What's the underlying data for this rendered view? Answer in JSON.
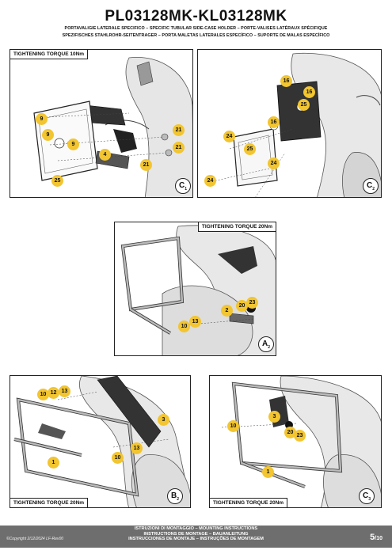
{
  "header": {
    "code": "PL03128MK-KL03128MK",
    "subtitles": [
      "PORTAVALIGIE LATERALE SPECIFICO  –  SPECIFIC TUBULAR SIDE-CASE HOLDER  –  PORTE-VALISES LATÉRAUX SPÉCIFIQUE",
      "SPEZIFISCHES STAHLROHR-SEITENTRAGER – PORTA MALETAS LATERALES ESPECÍFICO – SUPORTE DE MALAS ESPECÍFICO"
    ]
  },
  "panels": {
    "c1": {
      "torque": "TIGHTENING TORQUE 10Nm",
      "step": "C",
      "step_sub": "1",
      "parts": [
        "9",
        "9",
        "9",
        "25",
        "4",
        "21",
        "21",
        "21"
      ]
    },
    "c2": {
      "step": "C",
      "step_sub": "2",
      "parts": [
        "16",
        "16",
        "25",
        "16",
        "25",
        "24",
        "24",
        "24",
        "24"
      ]
    },
    "a2": {
      "torque": "TIGHTENING TORQUE 20Nm",
      "step": "A",
      "step_sub": "2",
      "parts": [
        "2",
        "20",
        "23",
        "10",
        "13"
      ]
    },
    "b2": {
      "torque": "TIGHTENING TORQUE 20Nm",
      "step": "B",
      "step_sub": "2",
      "parts": [
        "10",
        "12",
        "13",
        "3",
        "13",
        "10",
        "1"
      ]
    },
    "c3": {
      "torque": "TIGHTENING TORQUE 20Nm",
      "step": "C",
      "step_sub": "3",
      "parts": [
        "3",
        "10",
        "20",
        "23",
        "1"
      ]
    }
  },
  "footer": {
    "copyright": "©Copyright 2/12/2024 LF-Rev00",
    "instructions": [
      "ISTRUZIONI DI MONTAGGIO  –  MOUNTING INSTRUCTIONS",
      "INSTRUCTIONS DE MONTAGE – BAUANLEITUNG",
      "INSTRUCCIONES DE MONTAJE – INSTRUÇÕES DE MONTAGEM"
    ],
    "page": "5",
    "page_total": "/10"
  }
}
